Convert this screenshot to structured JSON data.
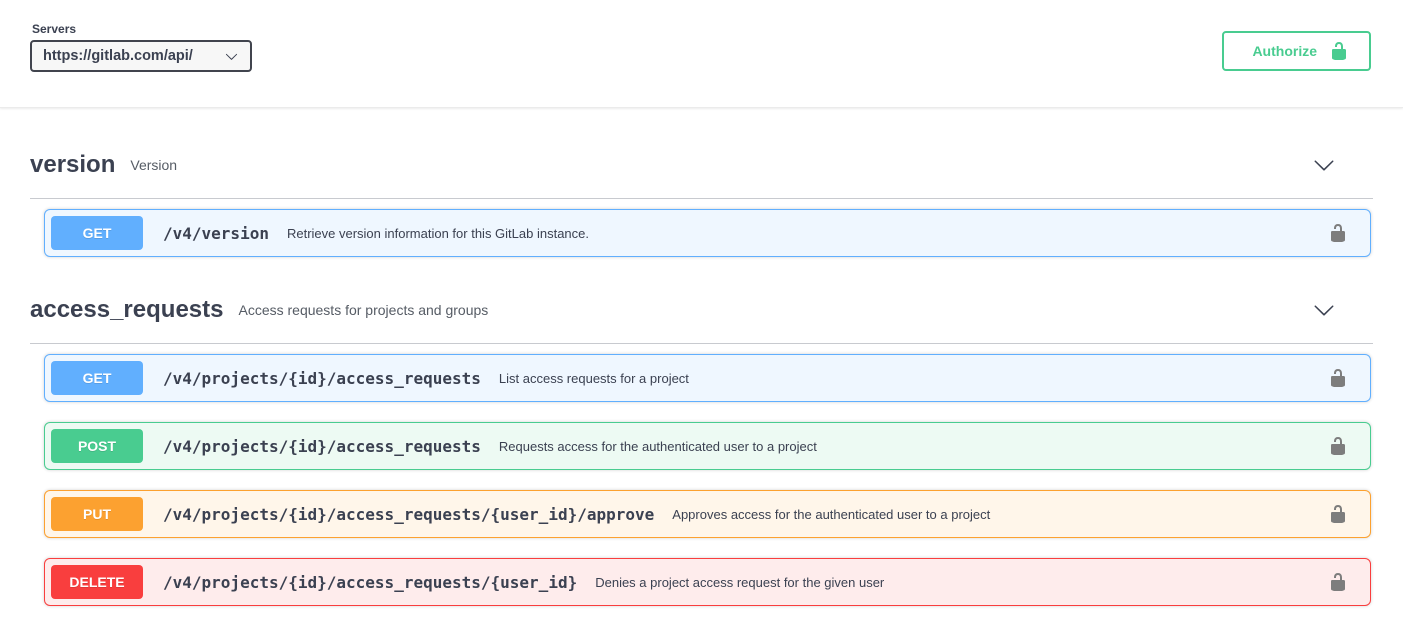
{
  "servers": {
    "label": "Servers",
    "selected": "https://gitlab.com/api/"
  },
  "auth": {
    "button_label": "Authorize",
    "lock_icon": "lock-open-icon"
  },
  "colors": {
    "get": "#61affe",
    "post": "#49cc90",
    "put": "#fca130",
    "delete": "#f93e3e",
    "accent": "#49cc90",
    "text": "#3b4151"
  },
  "sections": [
    {
      "title": "version",
      "description": "Version",
      "chevron_icon": "chevron-down-icon",
      "operations": [
        {
          "method": "GET",
          "path": "/v4/version",
          "summary": "Retrieve version information for this GitLab instance.",
          "lock_icon": "lock-open-icon"
        }
      ]
    },
    {
      "title": "access_requests",
      "description": "Access requests for projects and groups",
      "chevron_icon": "chevron-down-icon",
      "operations": [
        {
          "method": "GET",
          "path": "/v4/projects/{id}/access_requests",
          "summary": "List access requests for a project",
          "lock_icon": "lock-open-icon"
        },
        {
          "method": "POST",
          "path": "/v4/projects/{id}/access_requests",
          "summary": "Requests access for the authenticated user to a project",
          "lock_icon": "lock-open-icon"
        },
        {
          "method": "PUT",
          "path": "/v4/projects/{id}/access_requests/{user_id}/approve",
          "summary": "Approves access for the authenticated user to a project",
          "lock_icon": "lock-open-icon"
        },
        {
          "method": "DELETE",
          "path": "/v4/projects/{id}/access_requests/{user_id}",
          "summary": "Denies a project access request for the given user",
          "lock_icon": "lock-open-icon"
        }
      ]
    }
  ]
}
